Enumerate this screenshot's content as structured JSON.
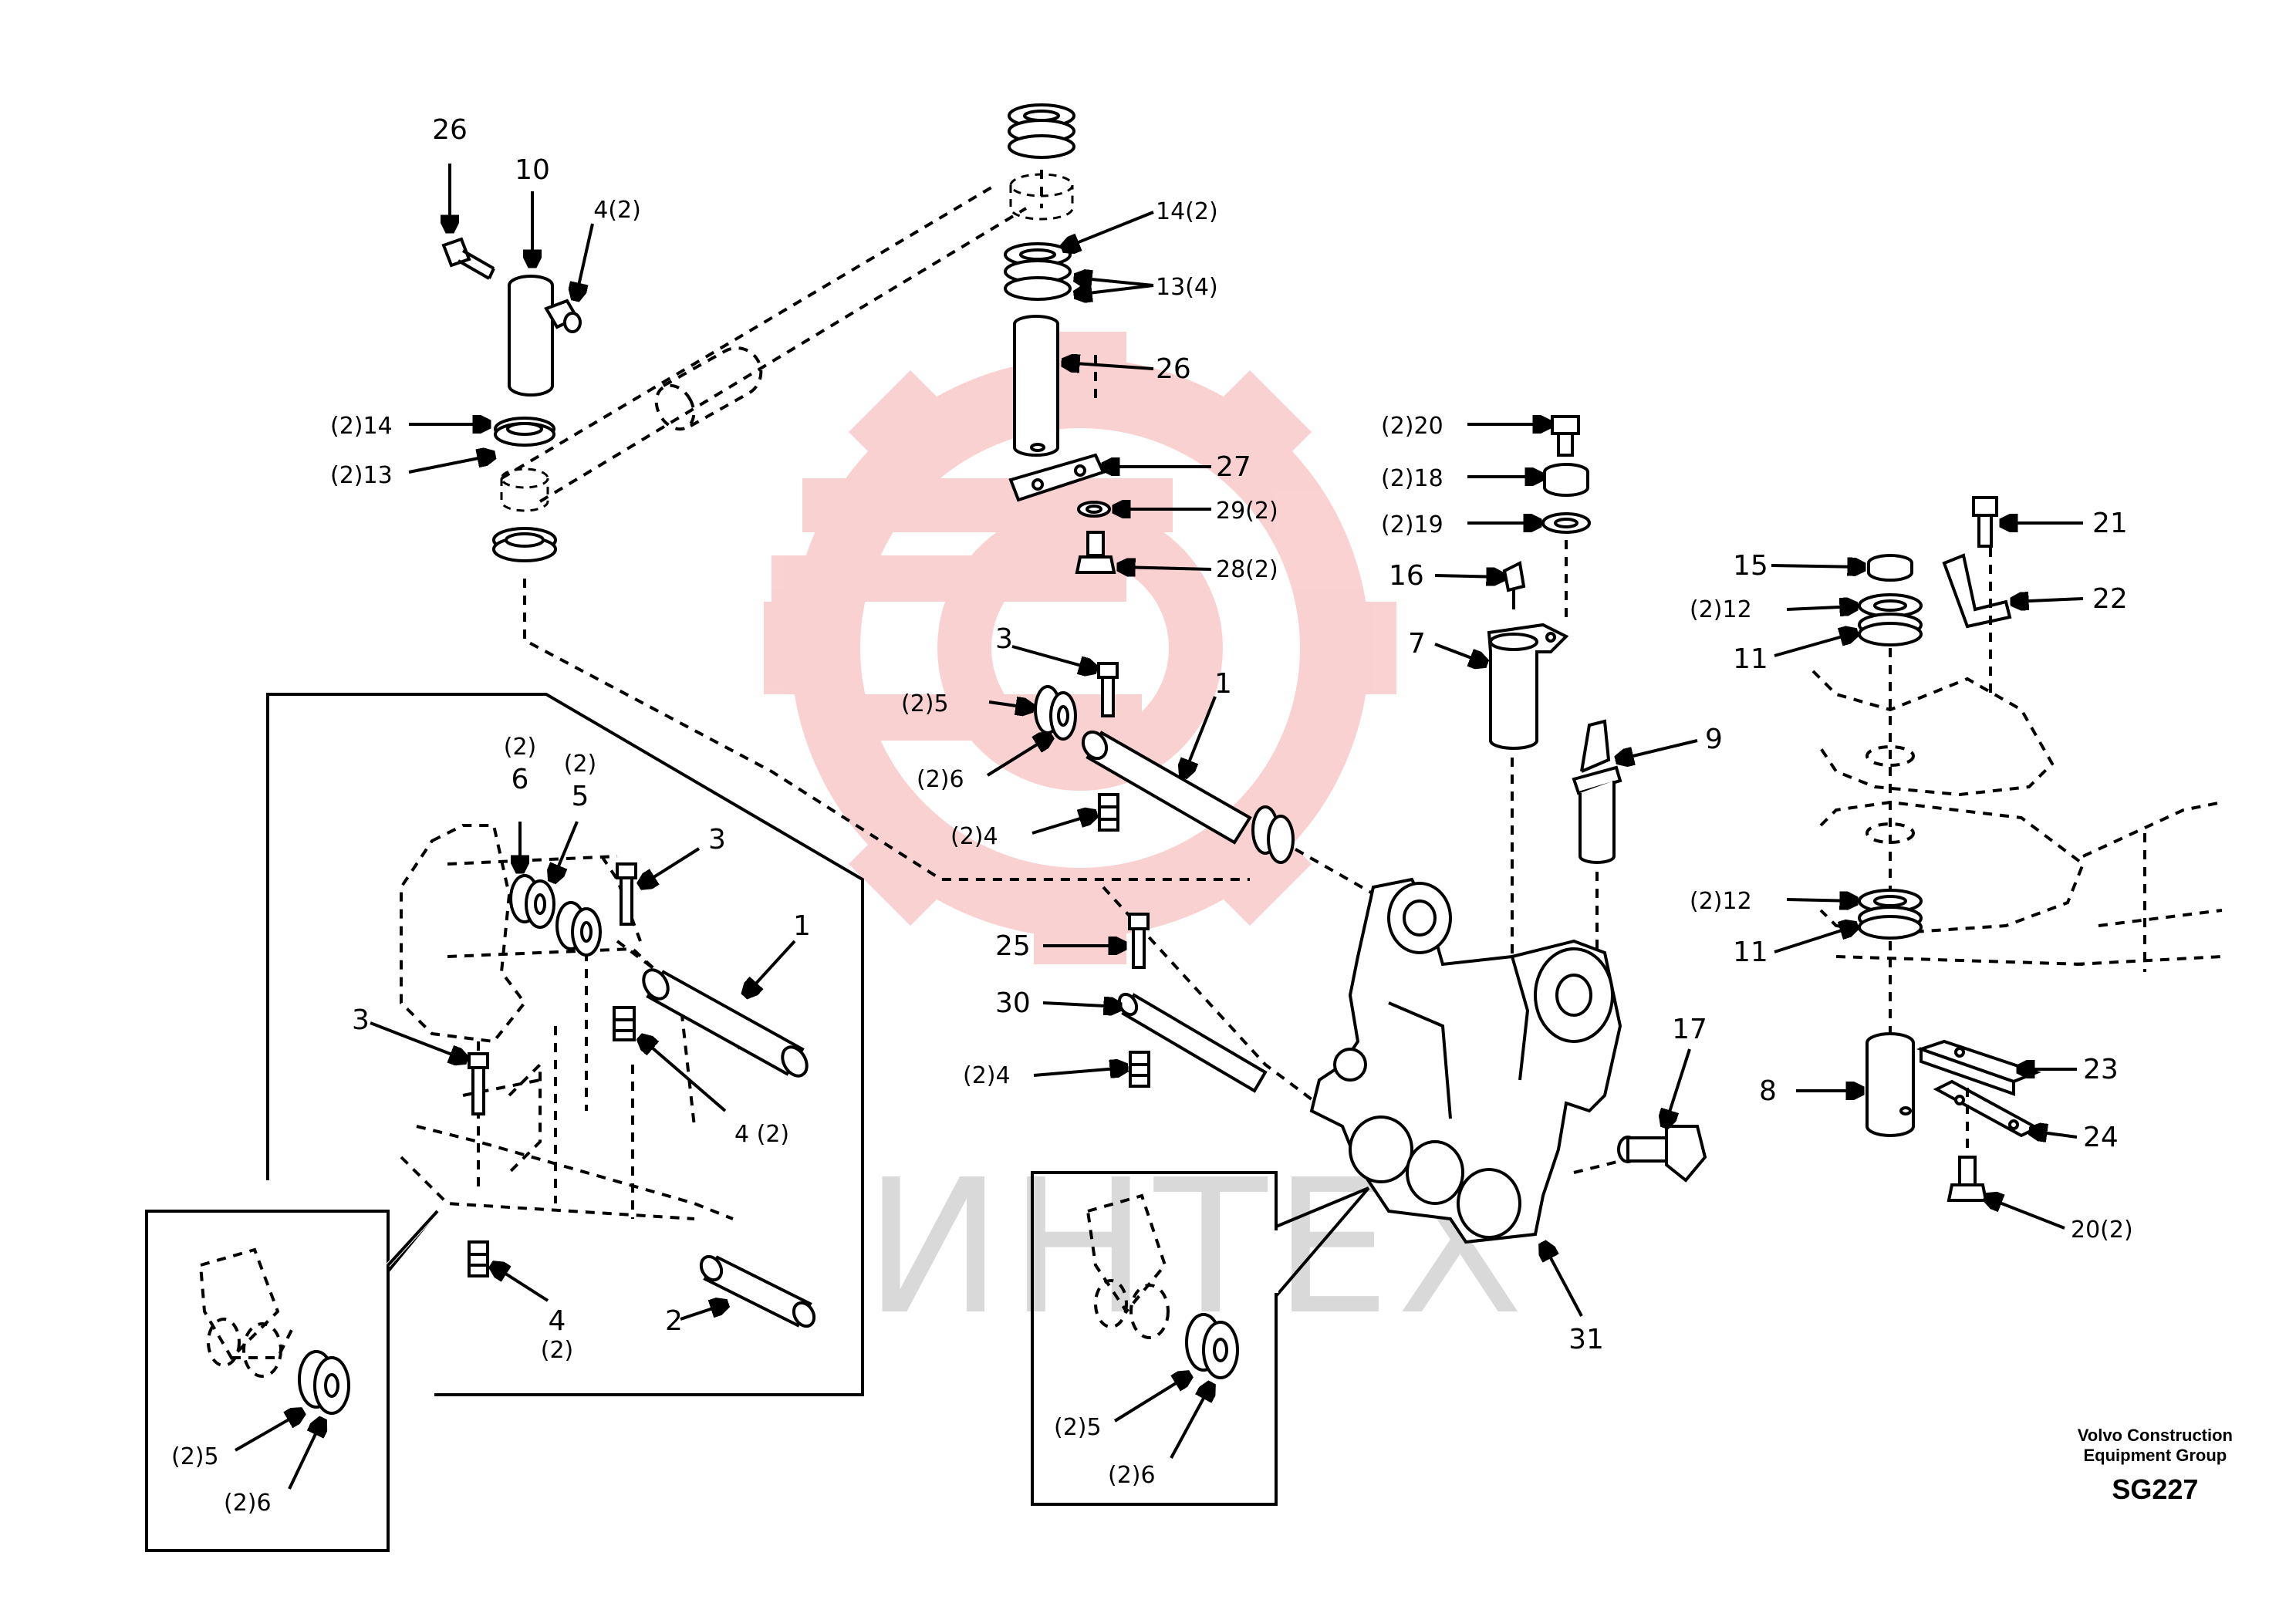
{
  "watermark": {
    "text": "ИНТЕХ",
    "gear_color": "#e63232",
    "text_color": "#d9d9d9"
  },
  "footer": {
    "company_line1": "Volvo Construction",
    "company_line2": "Equipment Group",
    "code": "SG227"
  },
  "callouts": {
    "c26_top": "26",
    "c10": "10",
    "c4_2_top": "4(2)",
    "c2_14": "(2)14",
    "c2_13": "(2)13",
    "c14_2": "14(2)",
    "c13_4": "13(4)",
    "c26_mid": "26",
    "c27": "27",
    "c29_2": "29(2)",
    "c28_2": "28(2)",
    "c3_mid": "3",
    "c2_5_mid": "(2)5",
    "c1_mid": "1",
    "c2_6_mid": "(2)6",
    "c2_4_mid": "(2)4",
    "c25": "25",
    "c30": "30",
    "c2_4_low": "(2)4",
    "c2_20": "(2)20",
    "c2_18": "(2)18",
    "c2_19": "(2)19",
    "c16": "16",
    "c7": "7",
    "c9": "9",
    "c17": "17",
    "c31": "31",
    "c15": "15",
    "c2_12_top": "(2)12",
    "c11_top": "11",
    "c21": "21",
    "c22": "22",
    "c2_12_low": "(2)12",
    "c11_low": "11",
    "c8": "8",
    "c23": "23",
    "c24": "24",
    "c20_2": "20(2)",
    "i6_top": "(2)",
    "i6_num": "6",
    "i5_top": "(2)",
    "i5_num": "5",
    "i3_a": "3",
    "i1": "1",
    "i3_b": "3",
    "i4_2": "4 (2)",
    "i4": "4",
    "i4_sub": "(2)",
    "i2": "2",
    "d1_5": "(2)5",
    "d1_6": "(2)6",
    "d2_5": "(2)5",
    "d2_6": "(2)6"
  }
}
